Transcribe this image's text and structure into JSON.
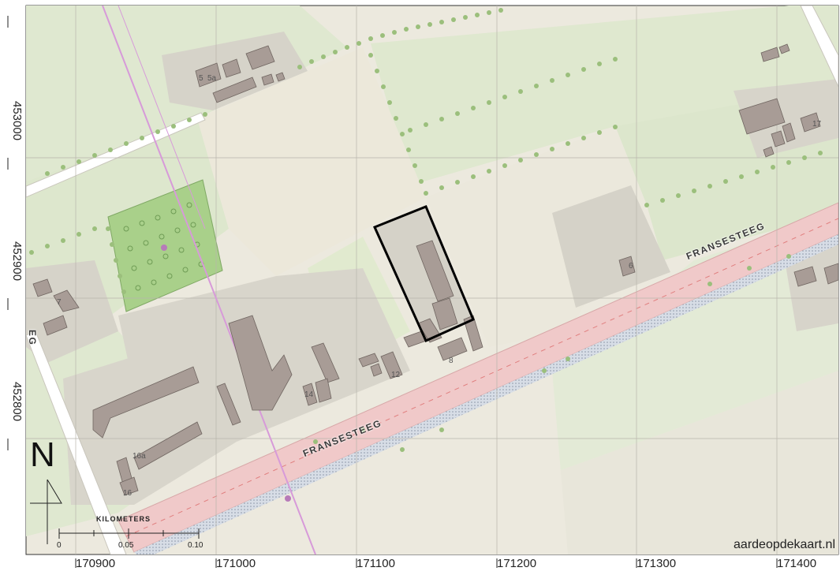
{
  "map": {
    "attribution": "aardeopdekaart.nl",
    "north_label": "N",
    "scale_bar": {
      "title": "KILOMETERS",
      "ticks": [
        "0",
        "0.05",
        "0.10"
      ]
    },
    "x_axis_labels": [
      "170900",
      "171000",
      "171100",
      "171200",
      "171300",
      "171400"
    ],
    "y_axis_labels": [
      "453000",
      "452900",
      "452800"
    ],
    "street_labels": {
      "fransesteeg_upper": "FRANSESTEEG",
      "fransesteeg_lower": "FRANSESTEEG",
      "fransesteeg_left": "EG"
    },
    "house_numbers": [
      "5",
      "5a",
      "17",
      "6",
      "7",
      "8",
      "12",
      "14",
      "16a",
      "16"
    ],
    "colors": {
      "field_light": "#ece9de",
      "grass_green": "#dde8cc",
      "orchard_green": "#a9d08a",
      "building": "#a89c96",
      "yard": "#d9d6cc",
      "road_pink": "#f0c9c9",
      "powerline": "#d79ad9",
      "tree_dot": "#9bbf7c",
      "outline": "#000000"
    }
  }
}
